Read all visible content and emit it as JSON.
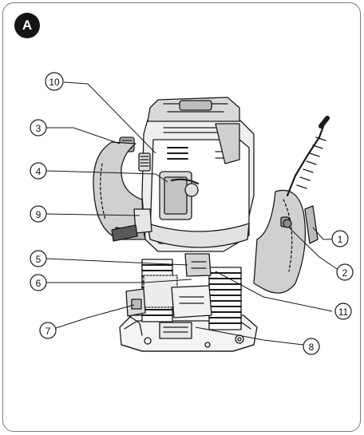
{
  "figure": {
    "panel_label": "A",
    "callouts": [
      {
        "id": "c1",
        "label": "1"
      },
      {
        "id": "c2",
        "label": "2"
      },
      {
        "id": "c3",
        "label": "3"
      },
      {
        "id": "c4",
        "label": "4"
      },
      {
        "id": "c5",
        "label": "5"
      },
      {
        "id": "c6",
        "label": "6"
      },
      {
        "id": "c7",
        "label": "7"
      },
      {
        "id": "c8",
        "label": "8"
      },
      {
        "id": "c9",
        "label": "9"
      },
      {
        "id": "c10",
        "label": "10"
      },
      {
        "id": "c11",
        "label": "11"
      }
    ]
  }
}
